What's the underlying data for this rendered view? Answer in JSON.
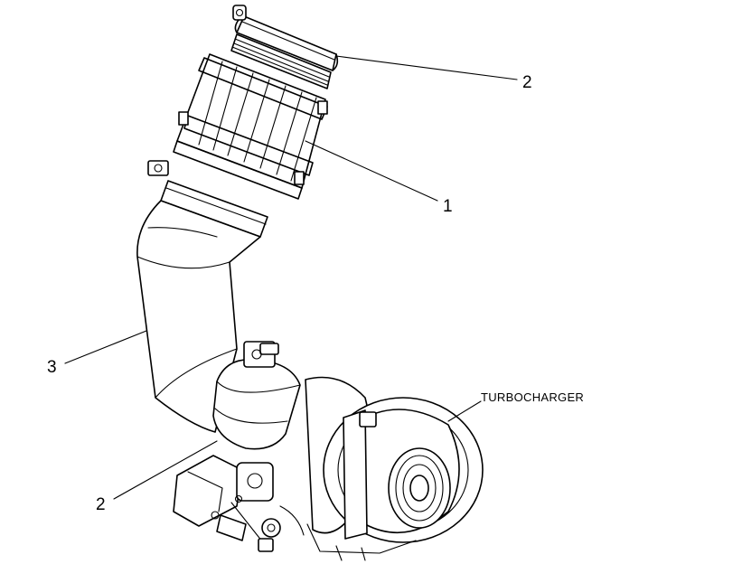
{
  "callouts": {
    "clamp_top": "2",
    "sleeve": "1",
    "elbow": "3",
    "clamp_bottom": "2"
  },
  "labels": {
    "turbocharger": "TURBOCHARGER"
  }
}
